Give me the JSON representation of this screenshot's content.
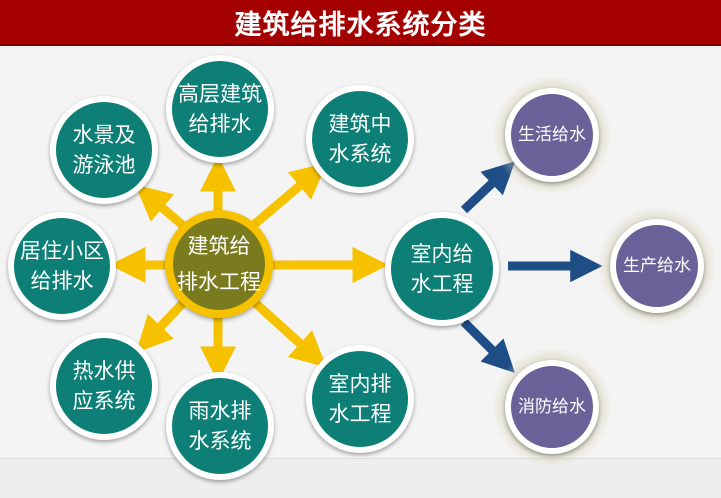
{
  "title": "建筑给排水系统分类",
  "colors": {
    "title_bg": "#a40000",
    "teal_node": "#0d7f76",
    "center_node": "#7a7a1f",
    "center_ring": "#f6c200",
    "yellow_arrow": "#f6c200",
    "purple_node": "#686298",
    "blue_arrow": "#1f4e87"
  },
  "center_node": {
    "label": "建筑给\n排水工程"
  },
  "satellites": [
    {
      "id": "gaoceng",
      "label": "高层建筑\n给排水"
    },
    {
      "id": "zhongshui",
      "label": "建筑中\n水系统"
    },
    {
      "id": "shijing",
      "label": "水景及\n游泳池"
    },
    {
      "id": "juzhu",
      "label": "居住小区\n给排水"
    },
    {
      "id": "reshui",
      "label": "热水供\n应系统"
    },
    {
      "id": "yushui",
      "label": "雨水排\n水系统"
    },
    {
      "id": "shinei_pai",
      "label": "室内排\n水工程"
    }
  ],
  "indoor_supply": {
    "label": "室内给\n水工程"
  },
  "supply_types": [
    {
      "id": "shenghuo",
      "label": "生活给水"
    },
    {
      "id": "shengchan",
      "label": "生产给水"
    },
    {
      "id": "xiaofang",
      "label": "消防给水"
    }
  ]
}
